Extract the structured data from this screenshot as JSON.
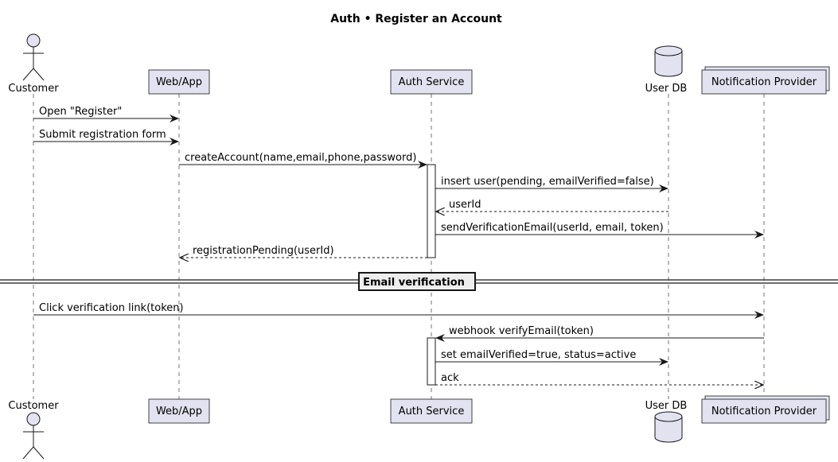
{
  "title": "Auth • Register an Account",
  "participants": [
    {
      "id": "customer",
      "label": "Customer",
      "kind": "actor"
    },
    {
      "id": "webapp",
      "label": "Web/App",
      "kind": "participant"
    },
    {
      "id": "auth",
      "label": "Auth Service",
      "kind": "participant"
    },
    {
      "id": "userdb",
      "label": "User DB",
      "kind": "database"
    },
    {
      "id": "notify",
      "label": "Notification Provider",
      "kind": "collections"
    }
  ],
  "messages": [
    {
      "from": "customer",
      "to": "webapp",
      "label": "Open \"Register\"",
      "style": "solid"
    },
    {
      "from": "customer",
      "to": "webapp",
      "label": "Submit registration form",
      "style": "solid"
    },
    {
      "from": "webapp",
      "to": "auth",
      "label": "createAccount(name,email,phone,password)",
      "style": "solid"
    },
    {
      "from": "auth",
      "to": "userdb",
      "label": "insert user(pending, emailVerified=false)",
      "style": "solid"
    },
    {
      "from": "userdb",
      "to": "auth",
      "label": "userId",
      "style": "dashed"
    },
    {
      "from": "auth",
      "to": "notify",
      "label": "sendVerificationEmail(userId, email, token)",
      "style": "solid"
    },
    {
      "from": "auth",
      "to": "webapp",
      "label": "registrationPending(userId)",
      "style": "dashed"
    },
    {
      "from": "customer",
      "to": "notify",
      "label": "Click verification link(token)",
      "style": "solid"
    },
    {
      "from": "notify",
      "to": "auth",
      "label": "webhook verifyEmail(token)",
      "style": "solid"
    },
    {
      "from": "auth",
      "to": "userdb",
      "label": "set emailVerified=true, status=active",
      "style": "solid"
    },
    {
      "from": "auth",
      "to": "notify",
      "label": "ack",
      "style": "dashed"
    }
  ],
  "divider": {
    "label": "Email verification"
  },
  "colors": {
    "box_fill": "#E2E2F0",
    "box_stroke": "#181818",
    "line": "#181818",
    "lifeline": "#181818",
    "divider_fill": "#EEEEEE"
  }
}
